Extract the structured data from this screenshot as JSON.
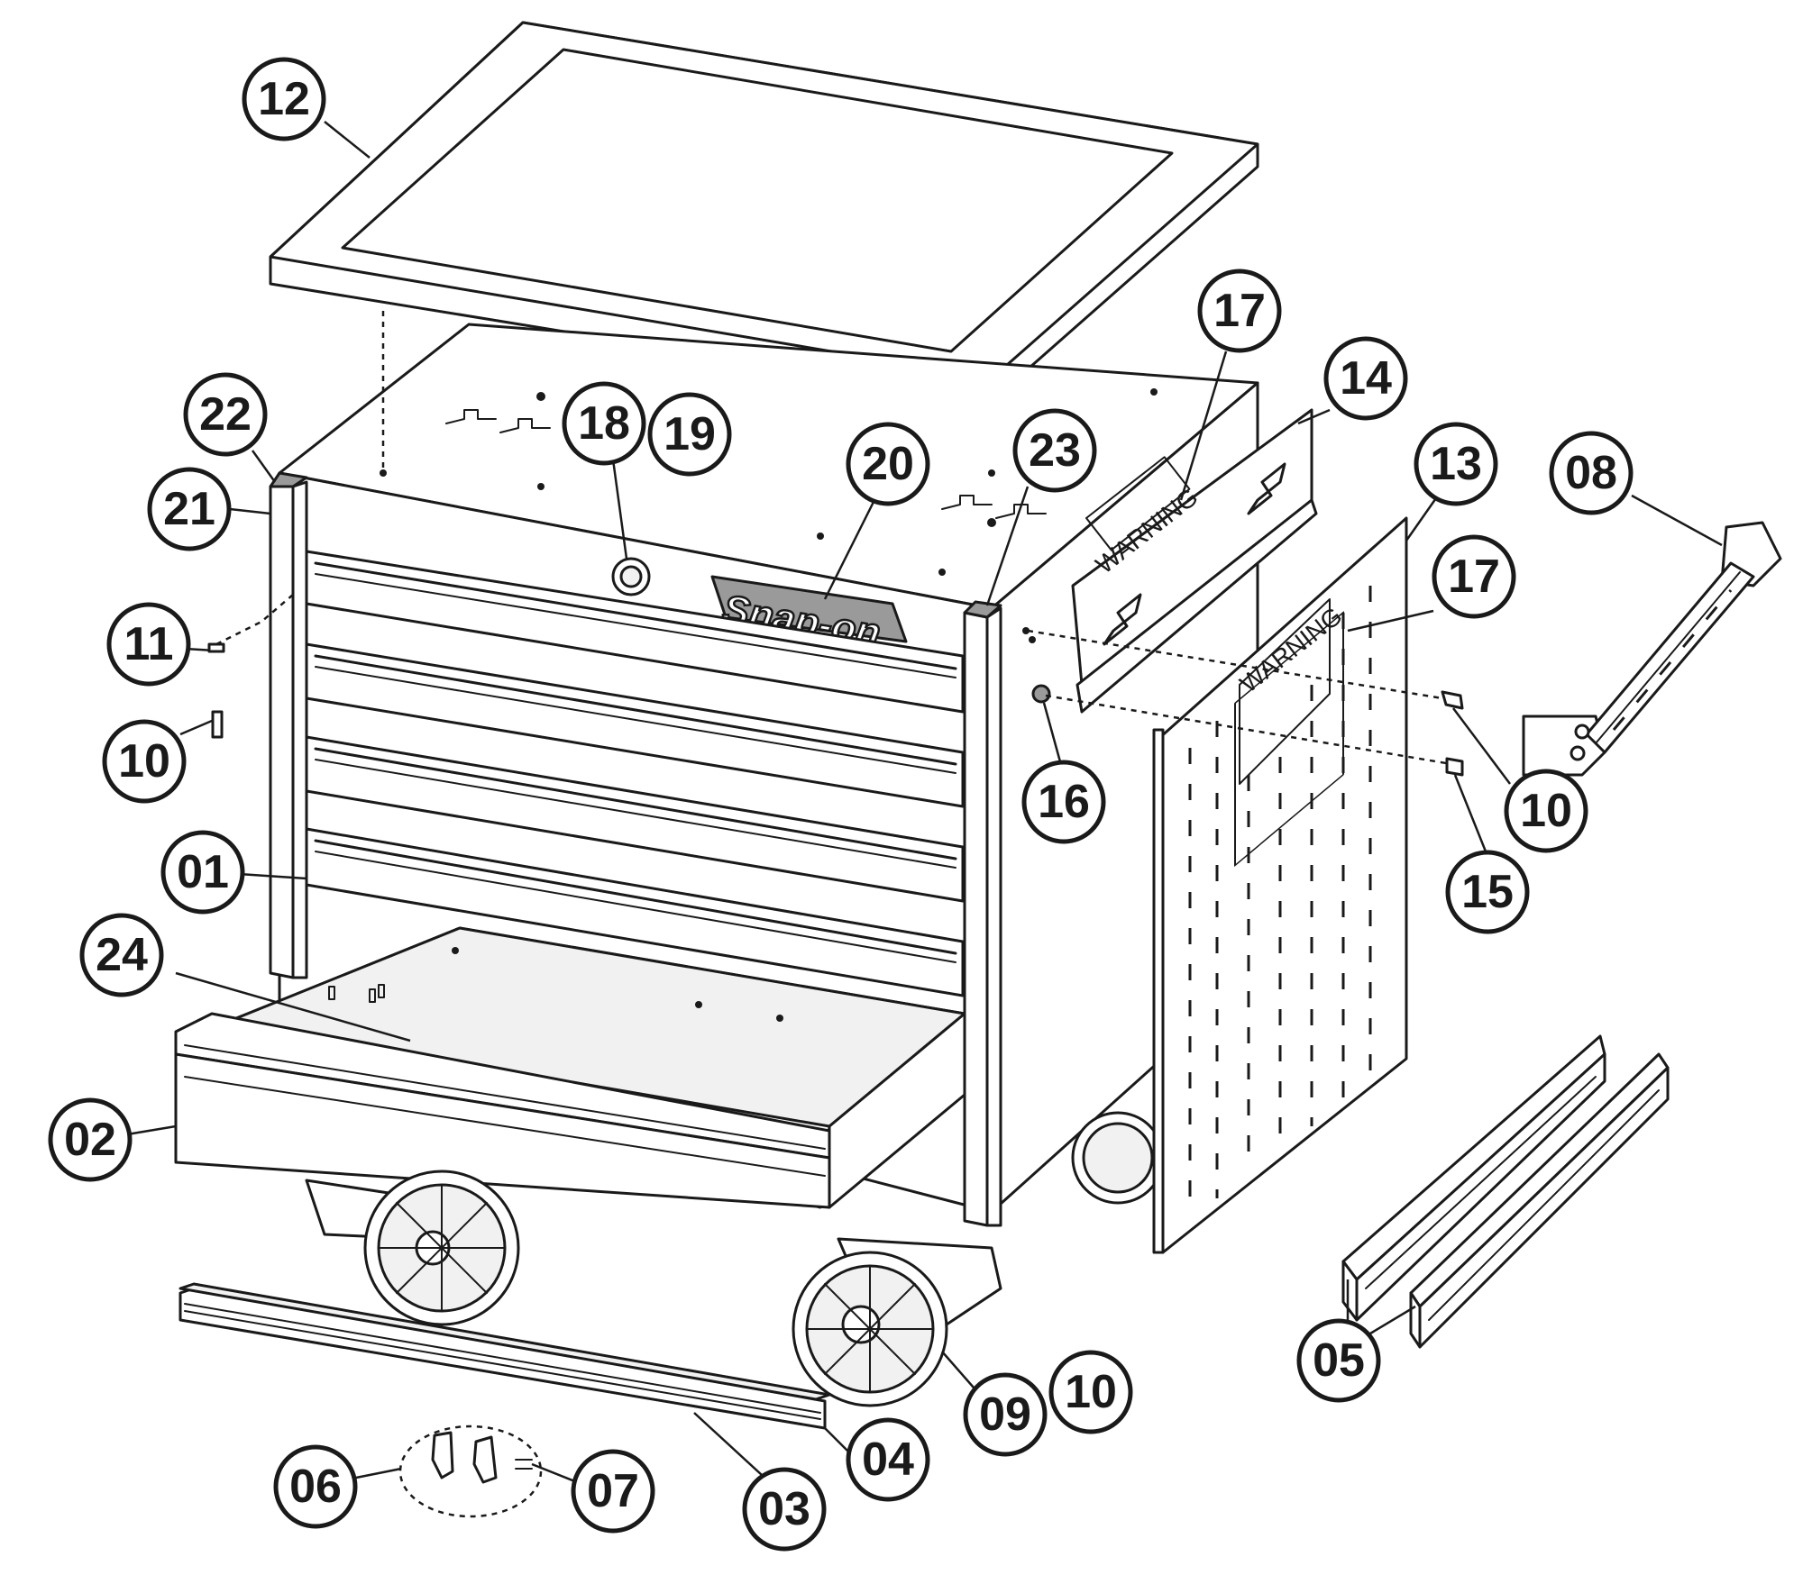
{
  "callouts": [
    {
      "id": "12",
      "text": "12"
    },
    {
      "id": "22",
      "text": "22"
    },
    {
      "id": "21",
      "text": "21"
    },
    {
      "id": "18",
      "text": "18"
    },
    {
      "id": "19",
      "text": "19"
    },
    {
      "id": "20",
      "text": "20"
    },
    {
      "id": "23",
      "text": "23"
    },
    {
      "id": "17a",
      "text": "17"
    },
    {
      "id": "14",
      "text": "14"
    },
    {
      "id": "13",
      "text": "13"
    },
    {
      "id": "08",
      "text": "08"
    },
    {
      "id": "17b",
      "text": "17"
    },
    {
      "id": "11",
      "text": "11"
    },
    {
      "id": "10a",
      "text": "10"
    },
    {
      "id": "16",
      "text": "16"
    },
    {
      "id": "10b",
      "text": "10"
    },
    {
      "id": "15",
      "text": "15"
    },
    {
      "id": "01",
      "text": "01"
    },
    {
      "id": "24",
      "text": "24"
    },
    {
      "id": "02",
      "text": "02"
    },
    {
      "id": "05",
      "text": "05"
    },
    {
      "id": "09",
      "text": "09"
    },
    {
      "id": "10c",
      "text": "10"
    },
    {
      "id": "04",
      "text": "04"
    },
    {
      "id": "06",
      "text": "06"
    },
    {
      "id": "07",
      "text": "07"
    },
    {
      "id": "03",
      "text": "03"
    }
  ],
  "labels": {
    "brand": "Snap-on",
    "warning_front": "WARNING",
    "warning_panel": "WARNING"
  }
}
